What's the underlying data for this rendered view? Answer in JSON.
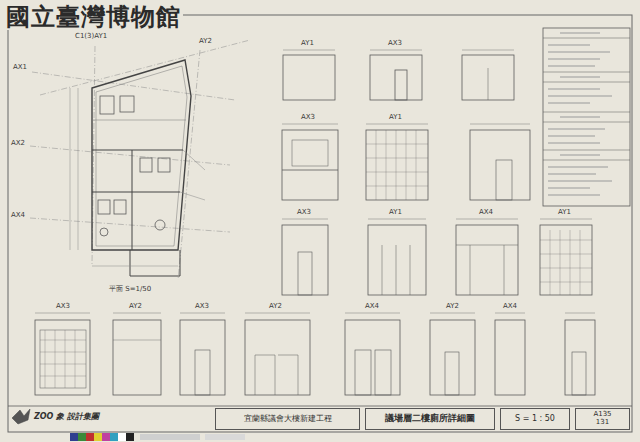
{
  "diagram": {
    "nodes": [
      {
        "text": [
          "宜蘭縣議會大樓新建工程"
        ]
      },
      {
        "text": [
          "議場層二樓廁所詳細圖"
        ]
      },
      {
        "text": [
          "S = 1 : 50"
        ]
      },
      {
        "text": [
          "A135",
          "131"
        ]
      }
    ],
    "labels": [
      "國立臺灣博物館",
      "C1(3)AY1",
      "AY2",
      "AX1",
      "AX2",
      "AX4",
      "平面 S=1/50",
      "AY1",
      "AX3",
      "AX3",
      "AY1",
      "AX3",
      "AY1",
      "AX4",
      "AY1",
      "AX3",
      "AY2",
      "AX3",
      "AY2",
      "AX4",
      "AY2",
      "AX4",
      "ZOO 象 設計集團"
    ]
  }
}
